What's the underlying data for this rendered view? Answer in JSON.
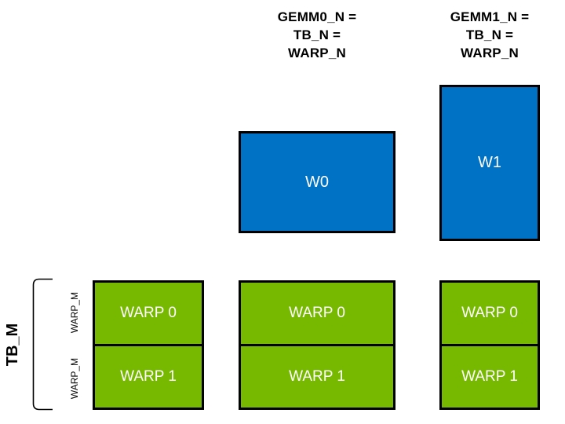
{
  "diagram": {
    "title_meaning": "GEMM warp tiling",
    "headers": {
      "gemm0": "GEMM0_N =\nTB_N =\nWARP_N",
      "gemm1": "GEMM1_N =\nTB_N =\nWARP_N"
    },
    "blue_boxes": {
      "w0": {
        "label": "W0"
      },
      "w1": {
        "label": "W1"
      }
    },
    "warp_columns": [
      {
        "rows": [
          "WARP 0",
          "WARP 1"
        ]
      },
      {
        "rows": [
          "WARP 0",
          "WARP 1"
        ]
      },
      {
        "rows": [
          "WARP 0",
          "WARP 1"
        ]
      }
    ],
    "left_axis": {
      "tb_label": "TB_M",
      "warp_m_labels": [
        "WARP_M",
        "WARP_M"
      ]
    },
    "colors": {
      "blue": "#0072C6",
      "green": "#76B900",
      "border": "#000000",
      "box_text": "#FFFFFF",
      "background": "#FFFFFF"
    }
  }
}
